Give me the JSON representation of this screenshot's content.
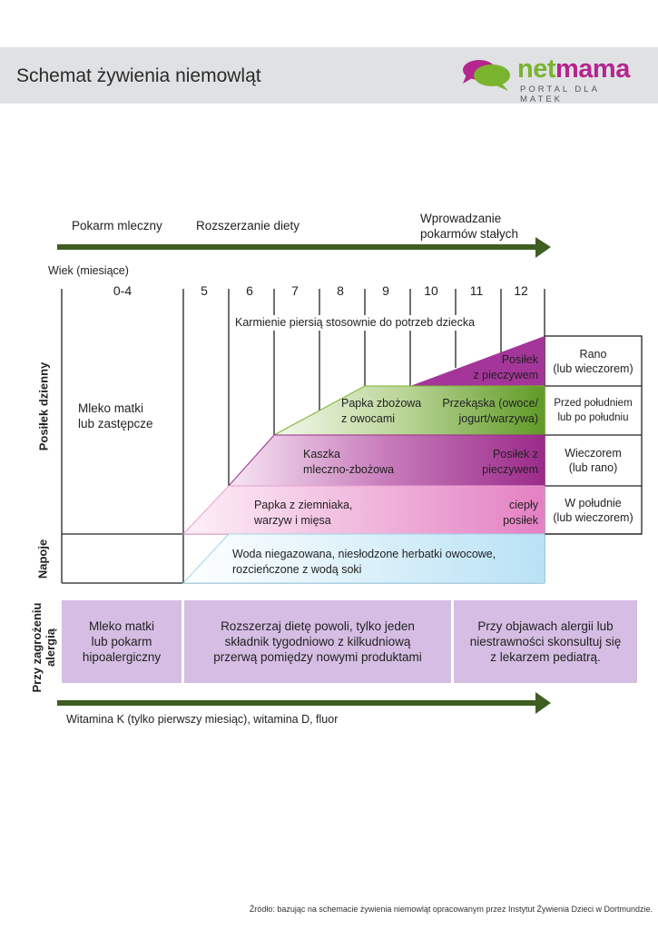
{
  "header": {
    "title": "Schemat żywienia niemowląt",
    "logo": {
      "brand_green": "net",
      "brand_pink": "mama",
      "tagline": "PORTAL DLA MATEK"
    }
  },
  "phases": {
    "milk": "Pokarm mleczny",
    "expansion": "Rozszerzanie diety",
    "solid_line1": "Wprowadzanie",
    "solid_line2": "pokarmów stałych"
  },
  "age_label": "Wiek (miesiące)",
  "ages": [
    "0-4",
    "5",
    "6",
    "7",
    "8",
    "9",
    "10",
    "11",
    "12"
  ],
  "breastfeeding": "Karmienie piersią stosownie do potrzeb dziecka",
  "row_labels": {
    "daily": "Posiłek dzienny",
    "drinks": "Napoje",
    "allergy_line1": "Przy zagrożeniu",
    "allergy_line2": "alergią"
  },
  "milk_cell": {
    "line1": "Mleko matki",
    "line2": "lub zastępcze"
  },
  "meals": [
    {
      "right_line1": "Posiłek",
      "right_line2": "z pieczywem",
      "time_line1": "Rano",
      "time_line2": "(lub wieczorem)"
    },
    {
      "left_line1": "Papka zbożowa",
      "left_line2": "z owocami",
      "right_line1": "Przekąska (owoce/",
      "right_line2": "jogurt/warzywa)",
      "time_line1": "Przed południem",
      "time_line2": "lub po południu"
    },
    {
      "left_line1": "Kaszka",
      "left_line2": "mleczno-zbożowa",
      "right_line1": "Posiłek z",
      "right_line2": "pieczywem",
      "time_line1": "Wieczorem",
      "time_line2": "(lub rano)"
    },
    {
      "left_line1": "Papka z ziemniaka,",
      "left_line2": "warzyw i mięsa",
      "right_line1": "ciepły",
      "right_line2": "posiłek",
      "time_line1": "W południe",
      "time_line2": "(lub wieczorem)"
    }
  ],
  "drinks": {
    "line1": "Woda niegazowana, niesłodzone herbatki owocowe,",
    "line2": "rozcieńczone z wodą soki"
  },
  "allergy": [
    {
      "l1": "Mleko matki",
      "l2": "lub pokarm",
      "l3": "hipoalergiczny"
    },
    {
      "l1": "Rozszerzaj dietę powoli, tylko jeden",
      "l2": "składnik tygodniowo z kilkudniową",
      "l3": "przerwą pomiędzy nowymi produktami"
    },
    {
      "l1": "Przy objawach alergii lub",
      "l2": "niestrawności skonsultuj się",
      "l3": "z lekarzem pediatrą."
    }
  ],
  "vitamins": "Witamina K (tylko pierwszy miesiąc), witamina D, fluor",
  "source": "Źródło: bazując na schemacie żywienia niemowląt opracowanym przez Instytut Żywienia Dzieci w Dortmundzie.",
  "colors": {
    "arrow": "#3e5e22",
    "green": "#7ab32e",
    "pink": "#b5248f",
    "purple": "#a43599",
    "allergy": "#d5bde3"
  }
}
